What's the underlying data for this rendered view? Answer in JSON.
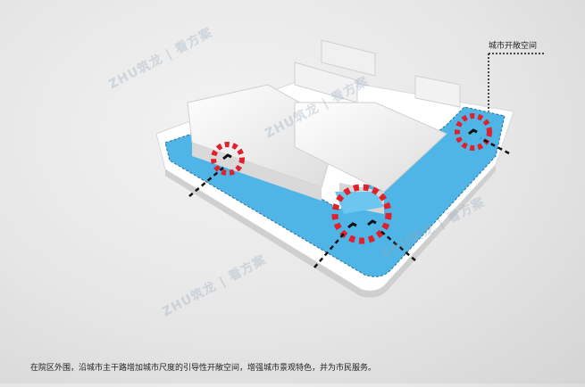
{
  "annotations": {
    "top_right_label": "城市开敞空间",
    "caption": "在院区外围，沿城市主干路增加城市尺度的引导性开敞空间，增强城市景观特色，并为市民服务。"
  },
  "watermarks": [
    {
      "text": "ZHU筑龙 | 看方案"
    },
    {
      "text": "ZHU筑龙 | 看方案"
    },
    {
      "text": "ZHU筑龙 | 看方案"
    },
    {
      "text": "ZHU筑龙 | 看方案"
    }
  ],
  "colors": {
    "plaza_blue": "#4fb4e6",
    "building_white": "#f4f4f4",
    "node_red": "#e0202a",
    "arrow_black": "#111111"
  }
}
